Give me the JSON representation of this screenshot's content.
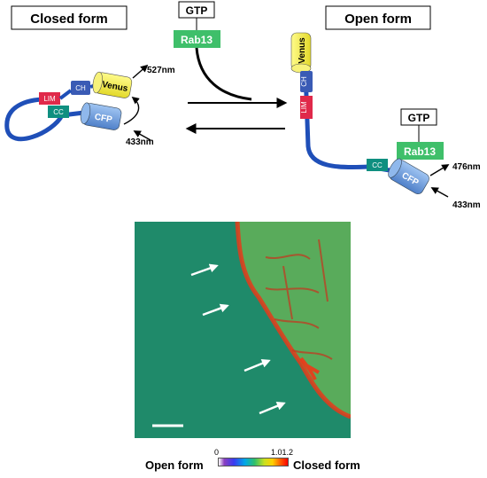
{
  "top_left": {
    "title": "Closed form"
  },
  "top_right": {
    "title": "Open form"
  },
  "center": {
    "gtp_label": "GTP",
    "rab_label": "Rab13"
  },
  "closed": {
    "lim": "LIM",
    "ch": "CH",
    "cc": "CC",
    "cfp": "CFP",
    "venus": "Venus",
    "emission": "527nm",
    "excitation": "433nm"
  },
  "open": {
    "venus": "Venus",
    "ch": "CH",
    "lim": "LIM",
    "cc": "CC",
    "cfp": "CFP",
    "gtp_label": "GTP",
    "rab_label": "Rab13",
    "emission": "476nm",
    "excitation": "433nm"
  },
  "legend": {
    "left_label": "Open form",
    "right_label": "Closed form",
    "tick_min": "0",
    "tick_max": "1.01.2"
  },
  "colors": {
    "lim": "#e0294a",
    "ch": "#3a5bb5",
    "cc": "#0f8f80",
    "cfp": "#6fa0de",
    "venus": "#f2ee3a",
    "rab": "#3fbf6a",
    "linker": "#1f4fb8",
    "micro_bg": "#1f8a6a"
  }
}
